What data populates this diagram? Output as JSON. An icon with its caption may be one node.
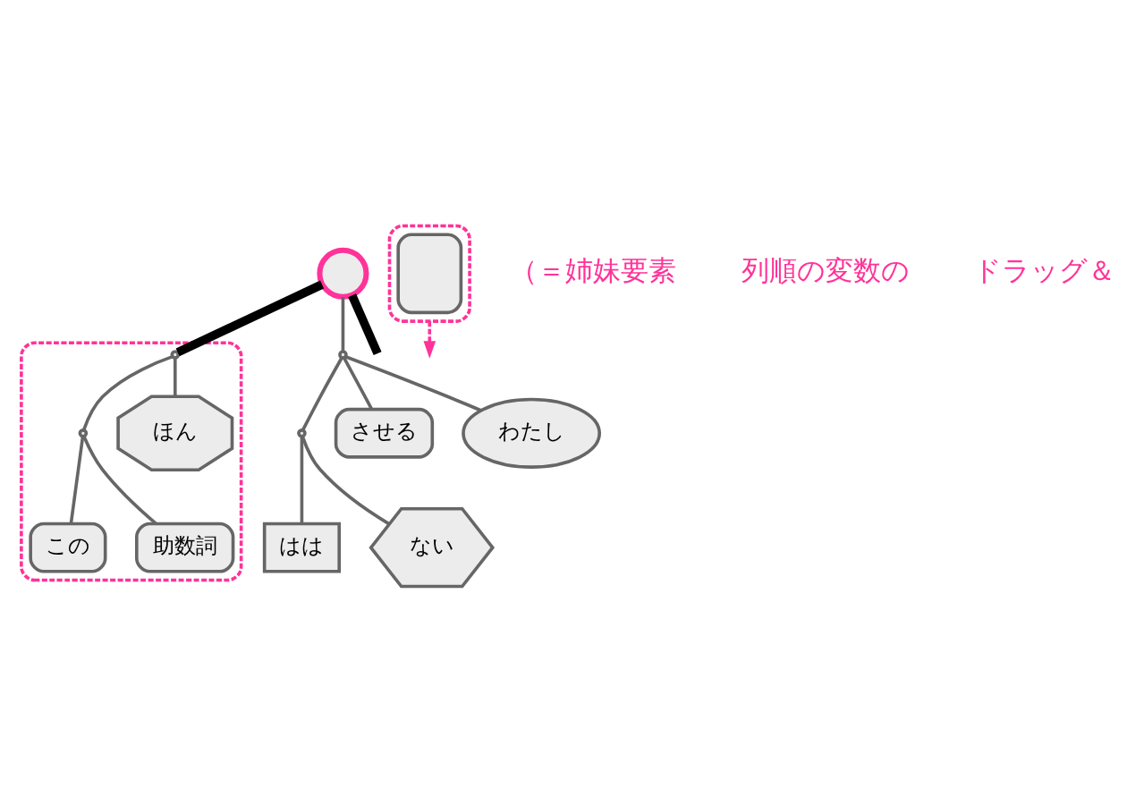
{
  "diagram": {
    "nodes": [
      {
        "text": [
          "はは"
        ]
      },
      {
        "text": [
          "ない"
        ]
      },
      {
        "text": [
          "させる"
        ]
      },
      {
        "text": [
          "わたし"
        ]
      },
      {
        "text": [],
        "shape": "dot"
      },
      {
        "text": [],
        "shape": "dot"
      },
      {
        "text": [],
        "shape": "circle"
      },
      {
        "text": [],
        "shape": "box"
      },
      {
        "text": [],
        "shape": "dot",
        "in": 7
      },
      {
        "text": [],
        "shape": "dot",
        "in": 7
      },
      {
        "text": [
          "この"
        ],
        "in": 7
      },
      {
        "text": [
          "助数詞"
        ],
        "in": 7
      },
      {
        "text": [
          "ほん"
        ],
        "in": 7
      },
      {
        "text": [],
        "shape": "box"
      },
      {
        "text": [],
        "shape": "box",
        "in": 13
      }
    ],
    "edges": [
      {
        "from": 4,
        "to": 0,
        "arrow": "none"
      },
      {
        "from": 4,
        "to": 1,
        "arrow": "none"
      },
      {
        "from": 5,
        "to": 4,
        "arrow": "none"
      },
      {
        "from": 5,
        "to": 2,
        "arrow": "none"
      },
      {
        "from": 5,
        "to": 3,
        "arrow": "none"
      },
      {
        "from": 6,
        "to": 5,
        "arrow": "none"
      },
      {
        "from": 6,
        "to": 8,
        "arrow": "none",
        "style": "thick",
        "color": "#000000"
      },
      {
        "from": 6,
        "to": null,
        "arrow": "none",
        "style": "thick",
        "color": "#000000"
      },
      {
        "from": 8,
        "to": 9,
        "arrow": "none"
      },
      {
        "from": 9,
        "to": 10,
        "arrow": "none"
      },
      {
        "from": 9,
        "to": 11,
        "arrow": "none"
      },
      {
        "from": 8,
        "to": 12,
        "arrow": "none"
      },
      {
        "from": 13,
        "to": null,
        "arrow": "to",
        "style": "dashed",
        "color": "#ff3399"
      }
    ],
    "labels": [
      "（＝姉妹要素",
      "列順の変数の",
      "ドラッグ＆"
    ]
  }
}
